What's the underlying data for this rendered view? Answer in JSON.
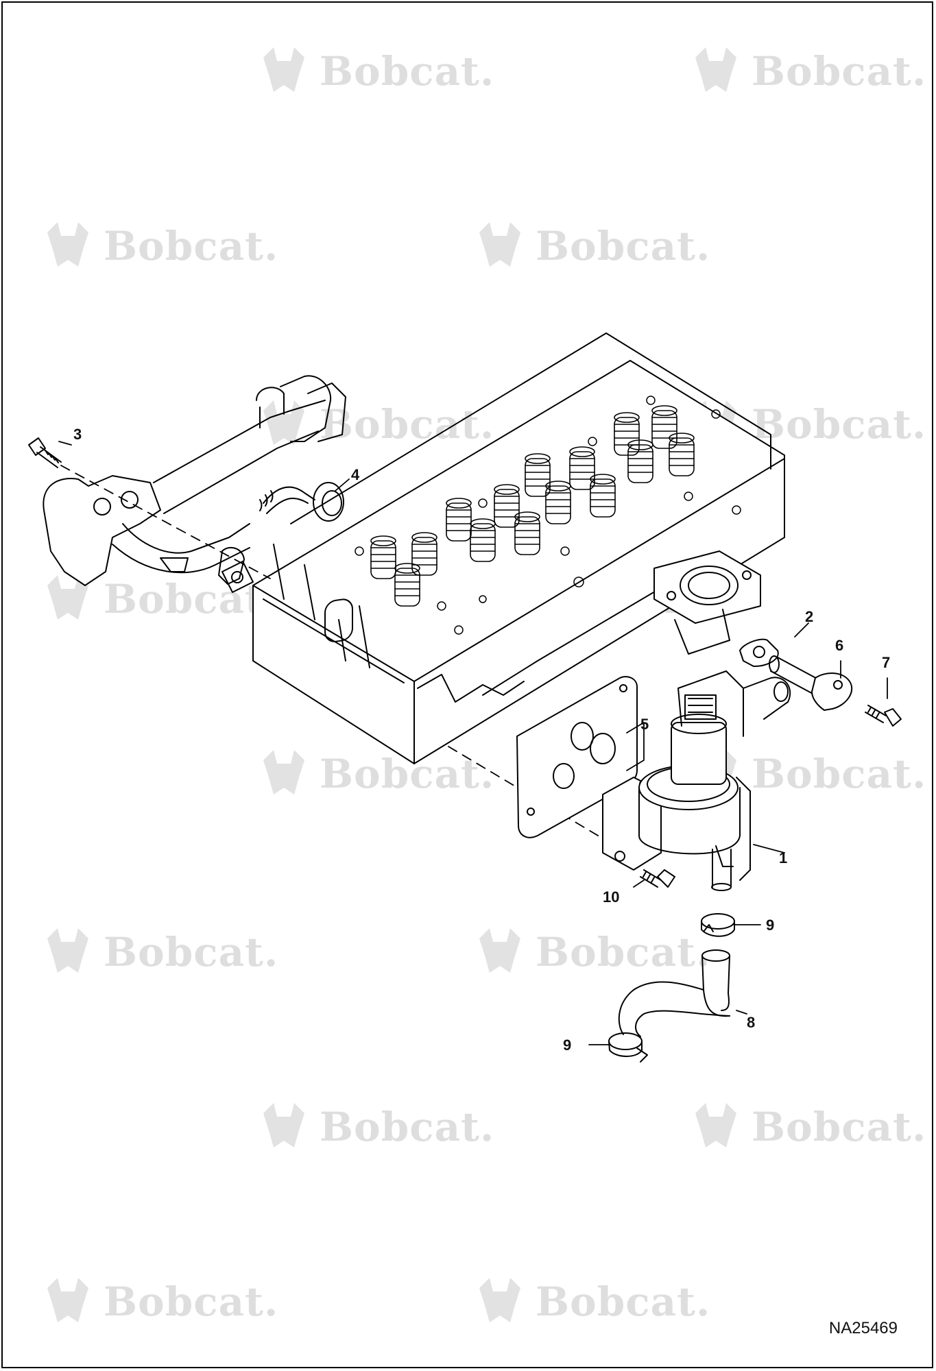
{
  "diagram": {
    "drawing_number": "NA25469",
    "watermark_text": "Bobcat.",
    "callouts": [
      {
        "id": "1",
        "label": "1"
      },
      {
        "id": "2",
        "label": "2"
      },
      {
        "id": "3",
        "label": "3"
      },
      {
        "id": "4",
        "label": "4"
      },
      {
        "id": "5",
        "label": "5"
      },
      {
        "id": "6",
        "label": "6"
      },
      {
        "id": "7",
        "label": "7"
      },
      {
        "id": "8",
        "label": "8"
      },
      {
        "id": "9a",
        "label": "9"
      },
      {
        "id": "9b",
        "label": "9"
      },
      {
        "id": "10",
        "label": "10"
      }
    ]
  },
  "colors": {
    "line": "#000000",
    "watermark": "#dedede",
    "background": "#ffffff"
  }
}
